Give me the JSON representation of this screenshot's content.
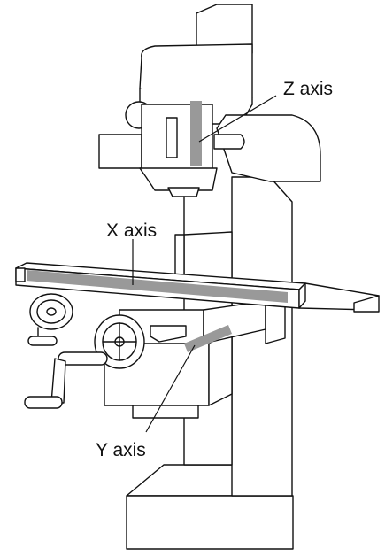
{
  "labels": {
    "z_axis": "Z axis",
    "x_axis": "X axis",
    "y_axis": "Y axis"
  },
  "colors": {
    "line": "#111111",
    "axis_highlight": "#999999",
    "background": "#ffffff"
  }
}
